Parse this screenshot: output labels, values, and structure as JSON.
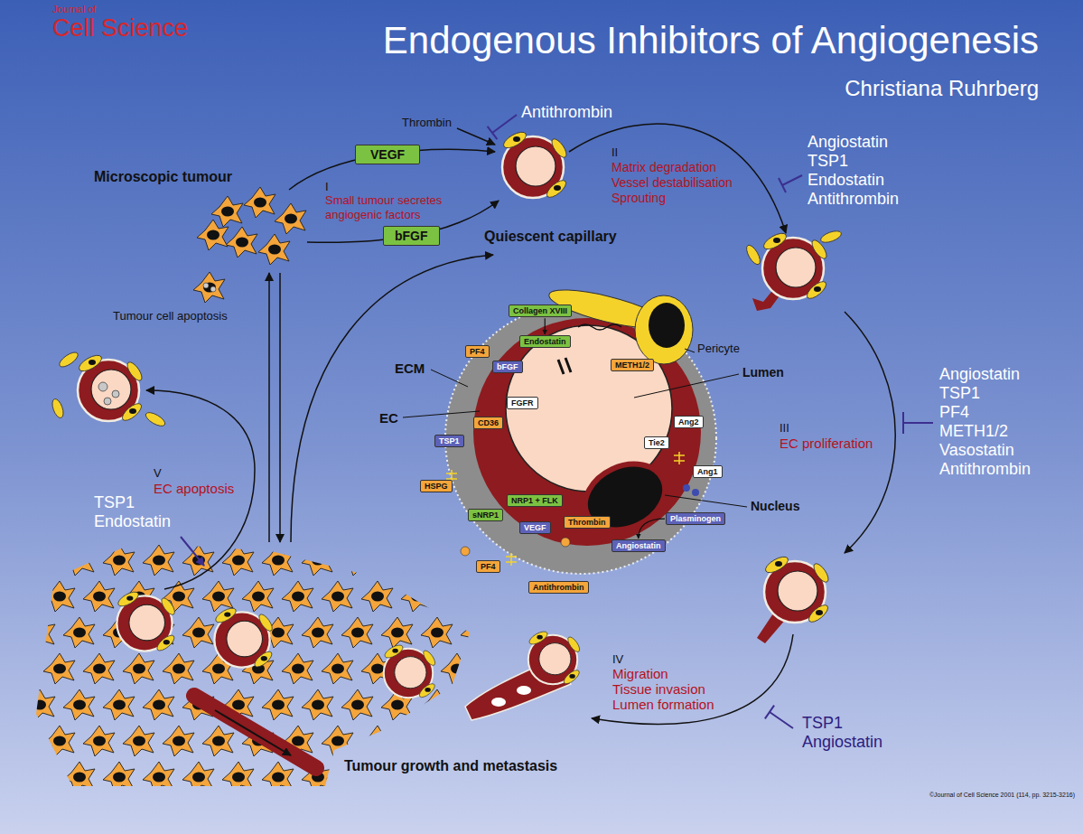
{
  "diagram": {
    "title": "Endogenous Inhibitors of Angiogenesis",
    "nodes": [
      {
        "text": [
          "VEGF"
        ]
      },
      {
        "text": [
          "bFGF"
        ]
      },
      {
        "text": [
          "Collagen XVIII"
        ]
      },
      {
        "text": [
          "Endostatin"
        ]
      },
      {
        "text": [
          "PF4"
        ]
      },
      {
        "text": [
          "bFGF"
        ]
      },
      {
        "text": [
          "METH1/2"
        ]
      },
      {
        "text": [
          "FGFR"
        ]
      },
      {
        "text": [
          "CD36"
        ]
      },
      {
        "text": [
          "TSP1"
        ]
      },
      {
        "text": [
          "Ang2"
        ]
      },
      {
        "text": [
          "Tie2"
        ]
      },
      {
        "text": [
          "Ang1"
        ]
      },
      {
        "text": [
          "HSPG"
        ]
      },
      {
        "text": [
          "NRP1 + FLK"
        ]
      },
      {
        "text": [
          "sNRP1"
        ]
      },
      {
        "text": [
          "VEGF"
        ]
      },
      {
        "text": [
          "Thrombin"
        ]
      },
      {
        "text": [
          "Plasminogen"
        ]
      },
      {
        "text": [
          "Angiostatin"
        ]
      },
      {
        "text": [
          "PF4"
        ]
      },
      {
        "text": [
          "Antithrombin"
        ]
      }
    ],
    "edges": [
      {
        "from": 18,
        "to": 19,
        "arrow": "to"
      },
      {
        "from": 2,
        "to": 3,
        "arrow": "to"
      }
    ],
    "labels": [
      "Journal of",
      "Cell Science",
      "Christiana Ruhrberg",
      "Thrombin",
      "Antithrombin",
      "Microscopic tumour",
      "I",
      "Small tumour secretes angiogenic factors",
      "Quiescent capillary",
      "II",
      "Matrix degradation",
      "Vessel destabilisation",
      "Sprouting",
      "Angiostatin",
      "TSP1",
      "Endostatin",
      "Antithrombin",
      "Tumour cell apoptosis",
      "ECM",
      "EC",
      "Pericyte",
      "Lumen",
      "Nucleus",
      "III",
      "EC proliferation",
      "Angiostatin",
      "TSP1",
      "PF4",
      "METH1/2",
      "Vasostatin",
      "Antithrombin",
      "V",
      "EC apoptosis",
      "TSP1",
      "Endostatin",
      "IV",
      "Migration",
      "Tissue invasion",
      "Lumen formation",
      "TSP1",
      "Angiostatin",
      "Tumour growth and metastasis",
      "©Journal of Cell Science 2001 (114, pp. 3215-3216)"
    ]
  }
}
